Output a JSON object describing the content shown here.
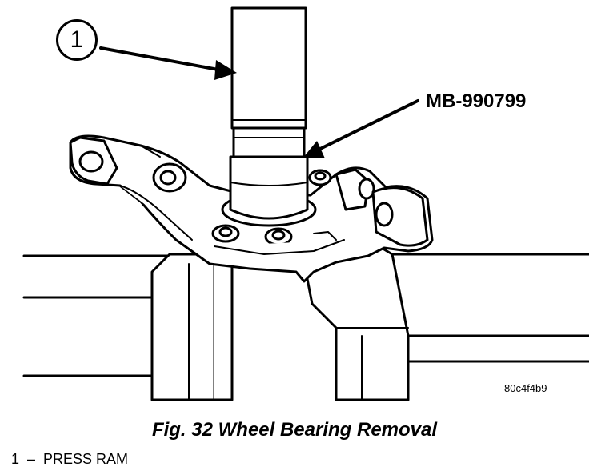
{
  "diagram": {
    "callout_number": "1",
    "tool_label": "MB-990799",
    "image_code": "80c4f4b9"
  },
  "caption": "Fig. 32 Wheel Bearing Removal",
  "legend": [
    {
      "number": "1",
      "separator": "–",
      "text": "PRESS RAM"
    }
  ]
}
